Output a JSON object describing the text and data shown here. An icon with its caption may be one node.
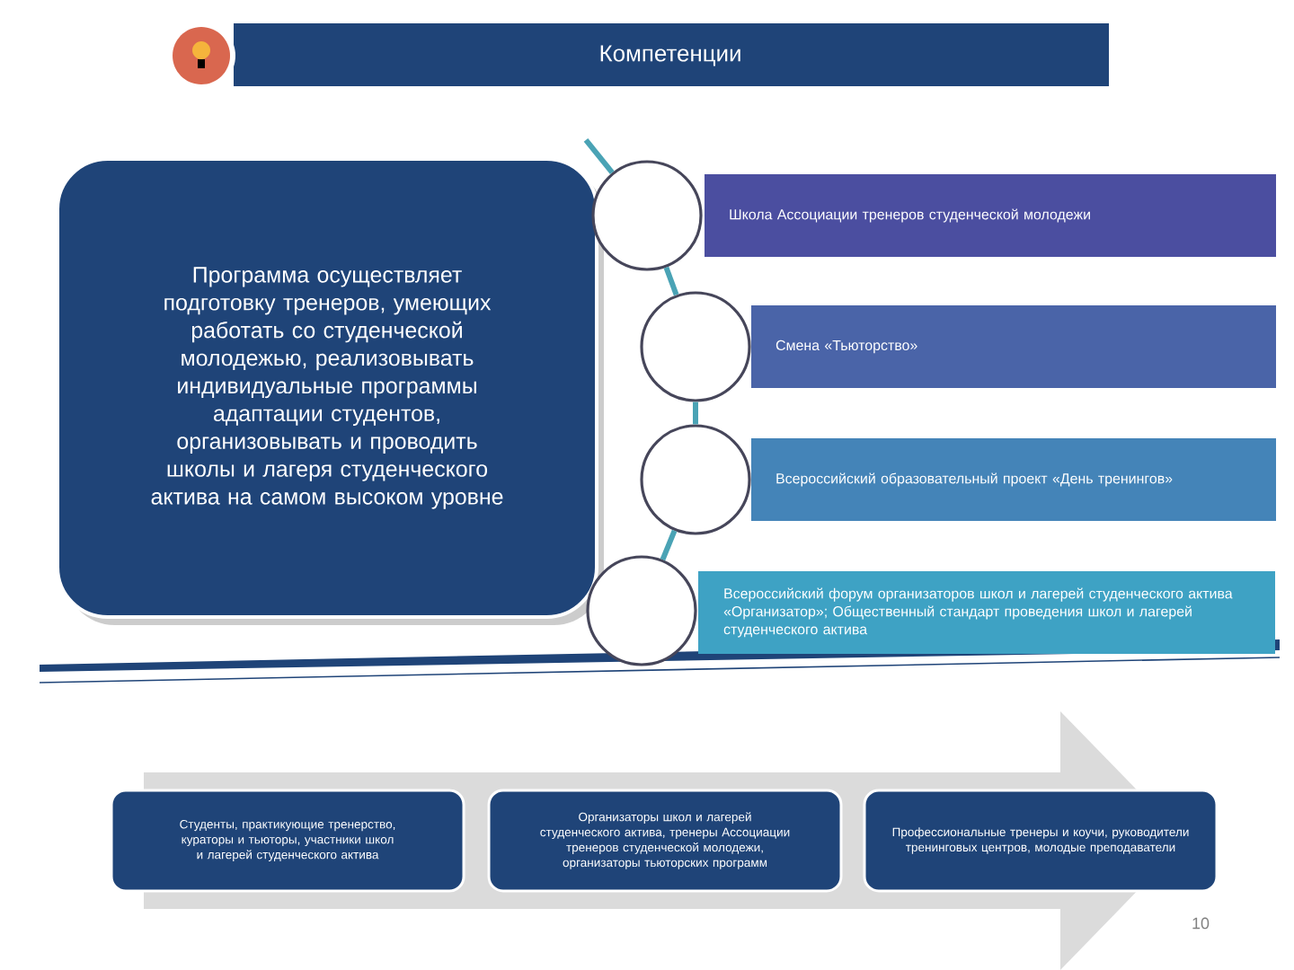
{
  "diagram": {
    "title": "Компетенции",
    "nodes": [
      {
        "text": [
          "Программа осуществляет подготовку тренеров, умеющих работать со студенческой молодежью, реализовывать индивидуальные программы адаптации студентов, организовывать и проводить школы и лагеря студенческого актива на самом высоком уровне"
        ]
      },
      {
        "text": [],
        "shape": "circle"
      },
      {
        "text": [],
        "shape": "circle"
      },
      {
        "text": [],
        "shape": "circle"
      },
      {
        "text": [],
        "shape": "circle"
      },
      {
        "text": [
          "Школа Ассоциации тренеров студенческой молодежи"
        ]
      },
      {
        "text": [
          "Смена «Тьюторство»"
        ]
      },
      {
        "text": [
          "Всероссийский образовательный проект «День тренингов»"
        ]
      },
      {
        "text": [
          "Всероссийский форум организаторов школ и лагерей студенческого актива «Организатор»; Общественный стандарт проведения школ и лагерей студенческого актива"
        ]
      },
      {
        "text": [
          "Студенты, практикующие тренерство, кураторы и тьюторы, участники школ и лагерей студенческого актива"
        ]
      },
      {
        "text": [
          "Организаторы школ и лагерей студенческого актива, тренеры Ассоциации тренеров студенческой молодежи, организаторы тьюторских программ"
        ]
      },
      {
        "text": [
          "Профессиональные тренеры и коучи, руководители тренинговых центров, молодые преподаватели"
        ]
      }
    ],
    "edges": [
      {
        "from": null,
        "to": 1,
        "arrow": "none",
        "color": "#4aa3b5"
      },
      {
        "from": 1,
        "to": 2,
        "arrow": "none",
        "color": "#4aa3b5"
      },
      {
        "from": 2,
        "to": 3,
        "arrow": "none",
        "color": "#4aa3b5"
      },
      {
        "from": 3,
        "to": 4,
        "arrow": "none",
        "color": "#4aa3b5"
      }
    ],
    "labels": [
      "10"
    ]
  }
}
